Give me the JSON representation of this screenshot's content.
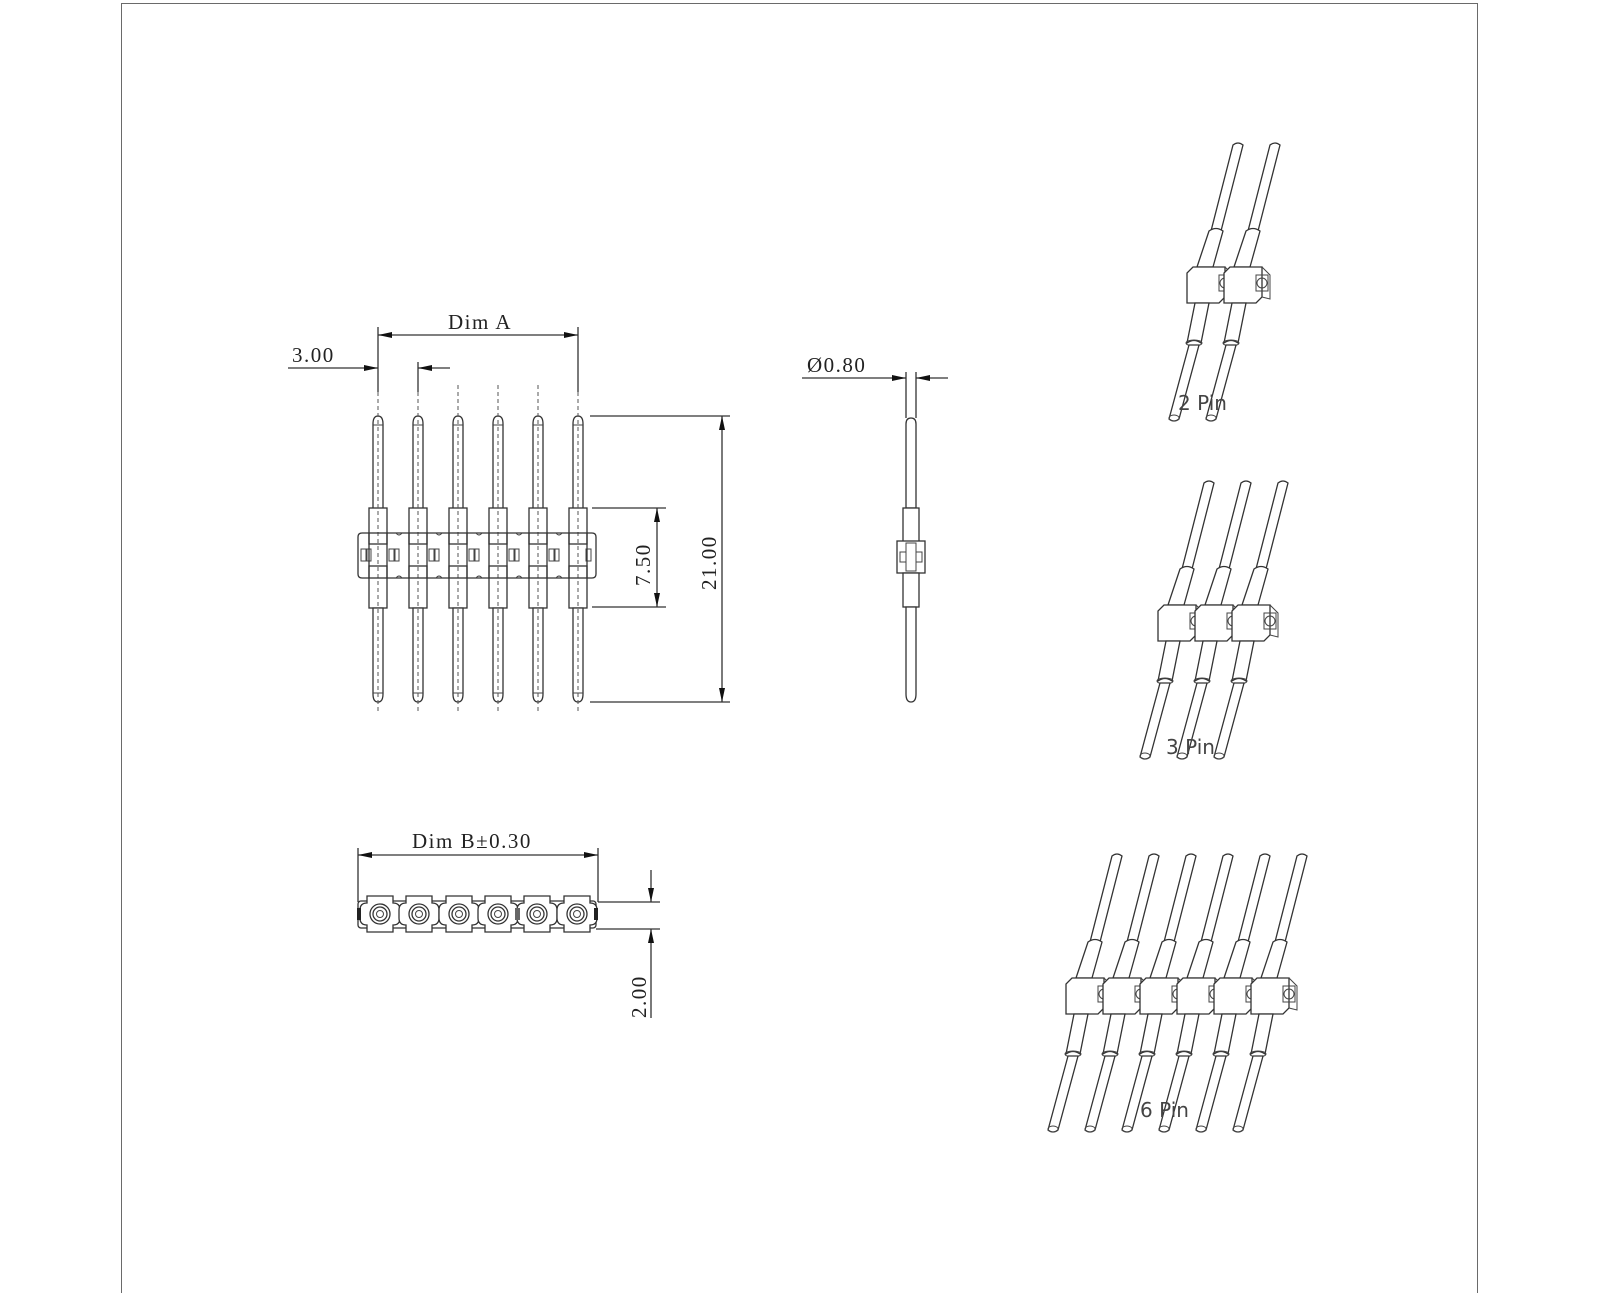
{
  "drawing": {
    "title": "Single row pin header dimensional drawing",
    "front_view": {
      "pin_count": 6,
      "dimensions": {
        "dim_a": "Dim A",
        "pitch": "3.00",
        "body_height": "7.50",
        "total_length": "21.00"
      }
    },
    "side_view": {
      "dimensions": {
        "pin_diameter": "Ø0.80"
      }
    },
    "bottom_view": {
      "dimensions": {
        "dim_b": "Dim B±0.30",
        "body_width": "2.00"
      }
    },
    "isometric_views": [
      {
        "label": "2 Pin",
        "pins": 2
      },
      {
        "label": "3 Pin",
        "pins": 3
      },
      {
        "label": "6 Pin",
        "pins": 6
      }
    ],
    "colors": {
      "line": "#333333",
      "frame": "#6a6a6a",
      "background": "#ffffff"
    }
  }
}
